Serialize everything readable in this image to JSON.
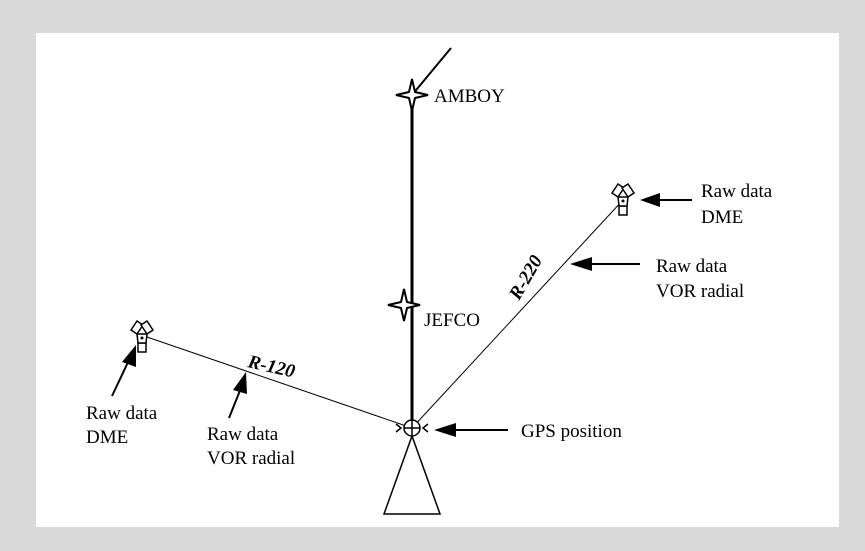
{
  "diagram": {
    "fixes": {
      "amboy": "AMBOY",
      "jefco": "JEFCO"
    },
    "radials": {
      "left": "R-120",
      "right": "R-220"
    },
    "callouts": {
      "right_dme_line1": "Raw data",
      "right_dme_line2": "DME",
      "right_vor_line1": "Raw data",
      "right_vor_line2": "VOR radial",
      "left_dme_line1": "Raw data",
      "left_dme_line2": "DME",
      "left_vor_line1": "Raw data",
      "left_vor_line2": "VOR radial",
      "gps": "GPS position"
    },
    "icons": {
      "fix": "four-point-star-icon",
      "vortac": "vortac-icon",
      "aircraft": "aircraft-icon",
      "pointer": "arrow-icon"
    },
    "colors": {
      "background": "#d9d9d9",
      "panel": "#ffffff",
      "ink": "#000000"
    }
  }
}
